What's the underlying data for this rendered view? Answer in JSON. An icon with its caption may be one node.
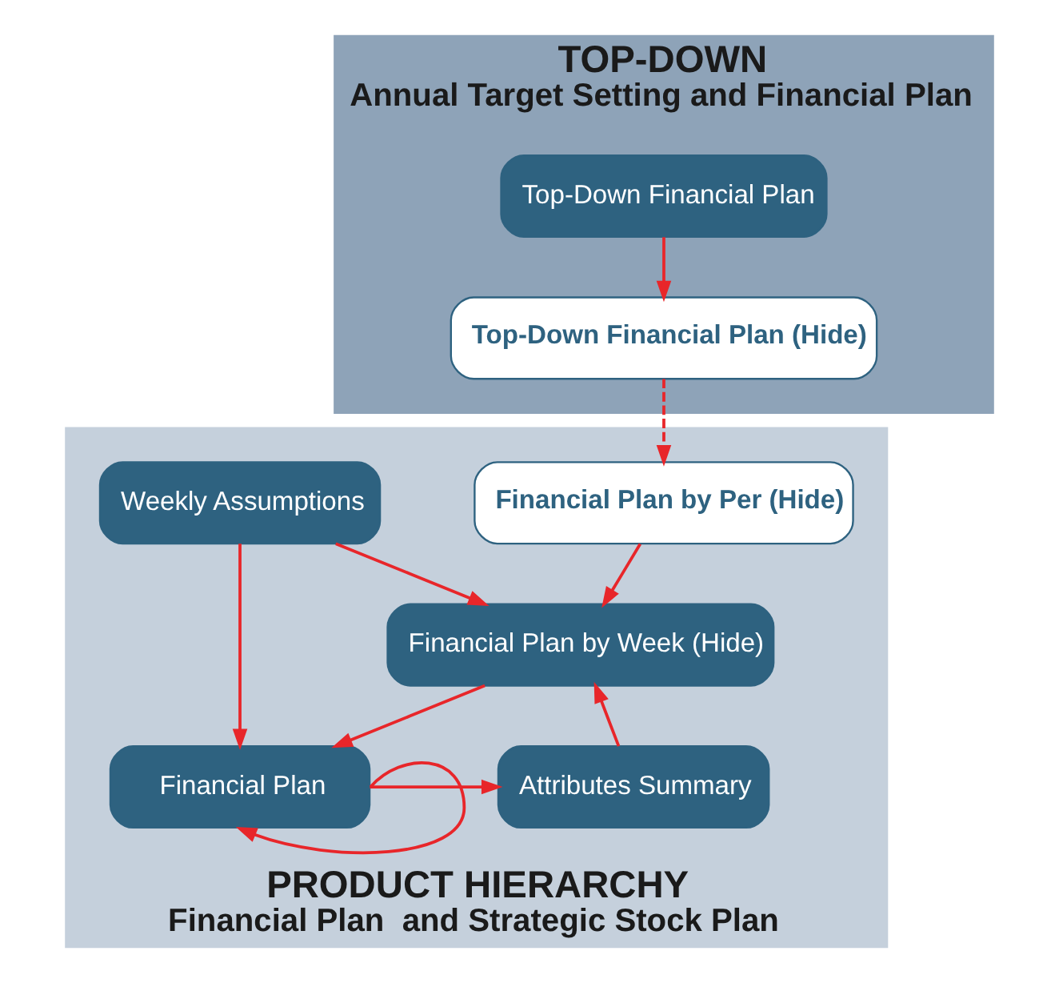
{
  "diagram": {
    "nodes": [
      {
        "text": [
          "TOP-DOWN",
          "Annual Target Setting and Financial Plan"
        ]
      },
      {
        "text": [
          "Top-Down Financial Plan"
        ],
        "in": 0
      },
      {
        "text": [
          "Top-Down Financial Plan (Hide)"
        ],
        "in": 0
      },
      {
        "text": [
          "PRODUCT HIERARCHY",
          "Financial Plan  and Strategic Stock Plan"
        ]
      },
      {
        "text": [
          "Financial Plan by Per (Hide)"
        ],
        "in": 3
      },
      {
        "text": [
          "Weekly Assumptions"
        ],
        "in": 3
      },
      {
        "text": [
          "Financial Plan by Week (Hide)"
        ],
        "in": 3
      },
      {
        "text": [
          "Attributes Summary"
        ],
        "in": 3
      },
      {
        "text": [
          "Financial Plan"
        ],
        "in": 3
      }
    ],
    "edges": [
      {
        "from": 1,
        "to": 2,
        "arrow": "to"
      },
      {
        "from": 2,
        "to": 4,
        "arrow": "to",
        "style": "dashed"
      },
      {
        "from": 4,
        "to": 6,
        "arrow": "to"
      },
      {
        "from": 5,
        "to": 6,
        "arrow": "to"
      },
      {
        "from": 5,
        "to": 8,
        "arrow": "to"
      },
      {
        "from": 6,
        "to": 8,
        "arrow": "to"
      },
      {
        "from": 8,
        "to": 7,
        "arrow": "to"
      },
      {
        "from": 7,
        "to": 6,
        "arrow": "to"
      },
      {
        "from": 8,
        "to": 8,
        "arrow": "to"
      }
    ]
  }
}
